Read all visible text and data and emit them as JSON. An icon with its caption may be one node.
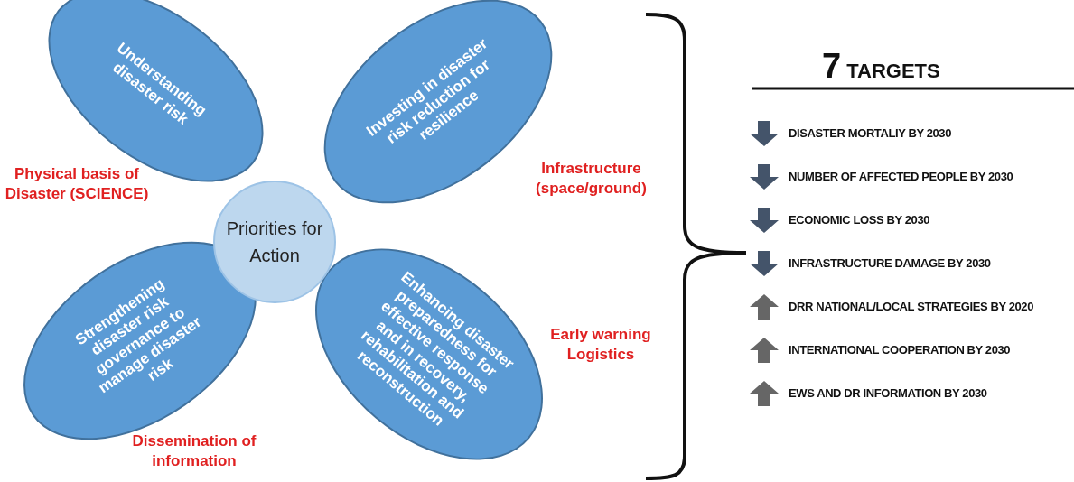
{
  "diagram": {
    "nodes": [
      {
        "text": [
          "Priorities for Action"
        ]
      },
      {
        "text": [
          "Understanding disaster risk",
          "Physical basis of Disaster (SCIENCE)"
        ]
      },
      {
        "text": [
          "Investing in disaster risk reduction for resilience"
        ],
        "beside": [
          "Infrastructure (space/ground)"
        ]
      },
      {
        "text": [
          "Strengthening disaster risk governance to manage disaster risk",
          "Dissemination of information"
        ]
      },
      {
        "text": [
          "Enhancing disaster preparedness for effective response and in recovery, rehabilitation and reconstruction"
        ],
        "beside": [
          "Early warning Logistics"
        ]
      }
    ],
    "labels": [
      "7 TARGETS",
      "DISASTER MORTALIY BY 2030",
      "NUMBER OF AFFECTED PEOPLE BY 2030",
      "ECONOMIC LOSS BY 2030",
      "INFRASTRUCTURE DAMAGE BY 2030",
      "DRR NATIONAL/LOCAL STRATEGIES BY 2020",
      "INTERNATIONAL COOPERATION BY 2030",
      "EWS AND DR INFORMATION BY 2030"
    ]
  }
}
